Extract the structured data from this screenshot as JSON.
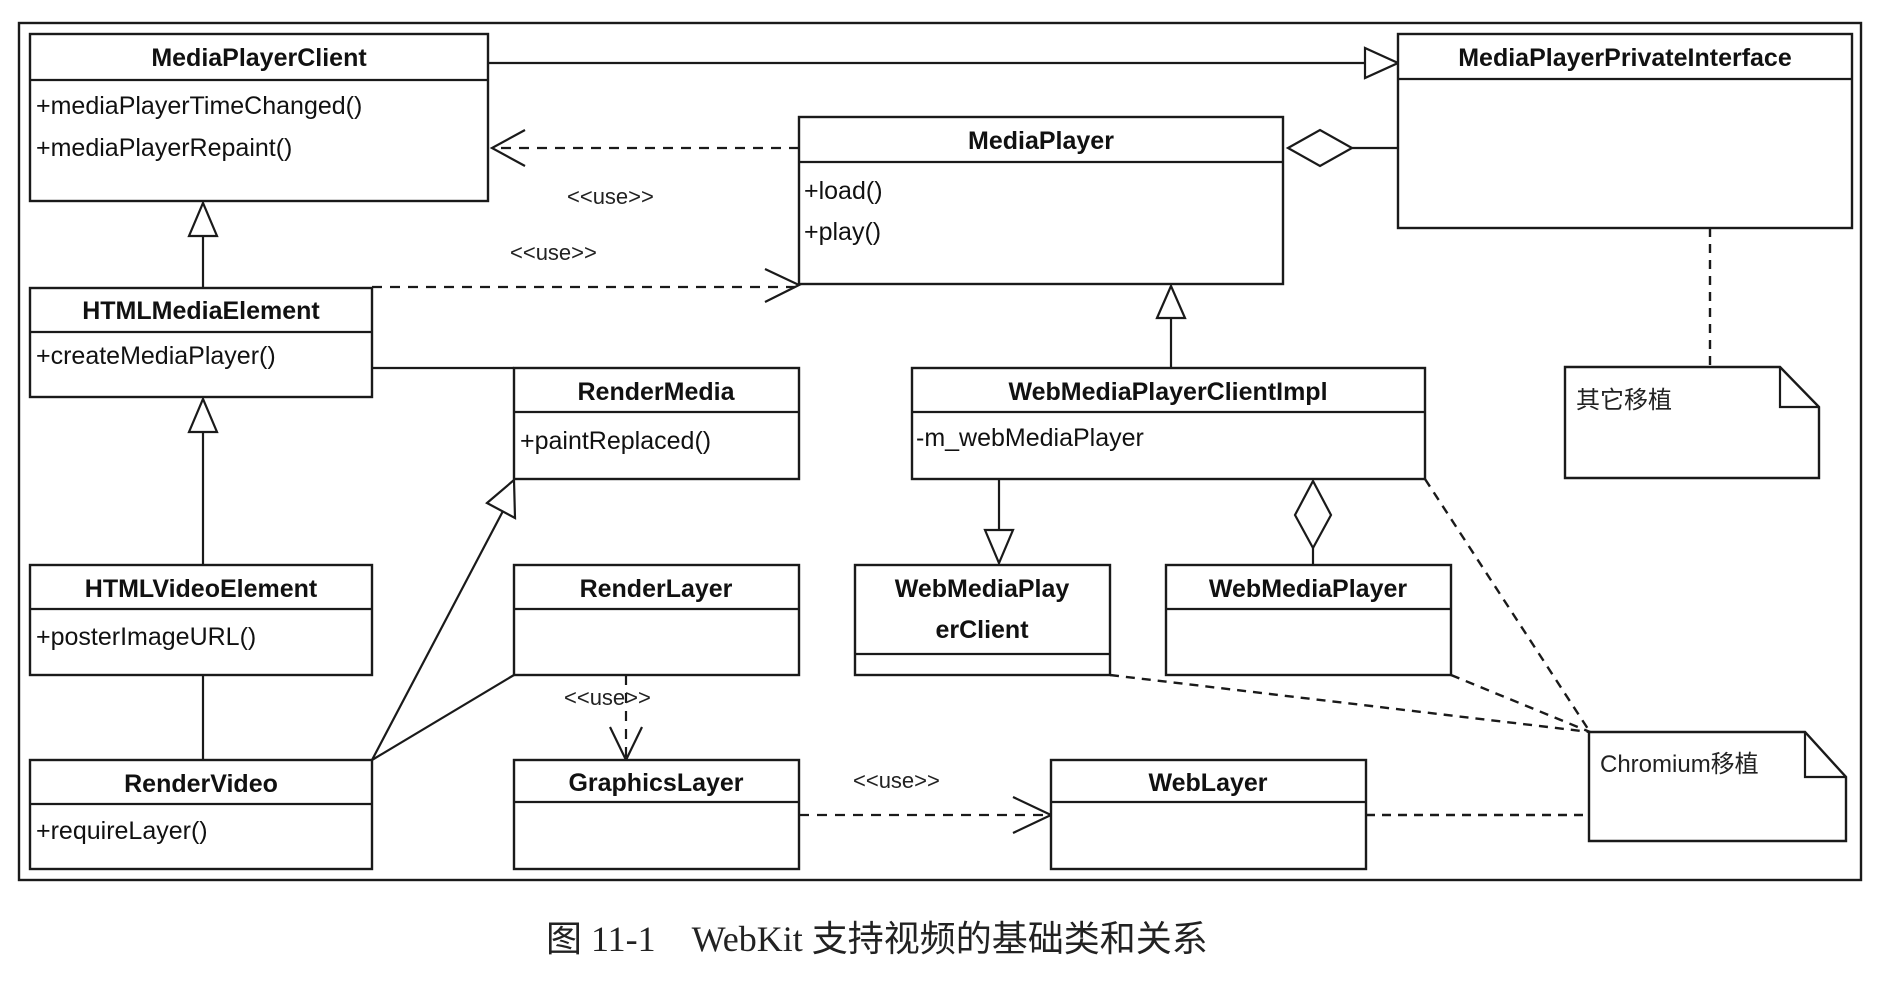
{
  "figure": {
    "caption": "图 11-1    WebKit 支持视频的基础类和关系"
  },
  "classes": {
    "media_player_client": {
      "name": "MediaPlayerClient",
      "members": [
        "+mediaPlayerTimeChanged()",
        "+mediaPlayerRepaint()"
      ]
    },
    "media_player_private_interface": {
      "name": "MediaPlayerPrivateInterface",
      "members": []
    },
    "media_player": {
      "name": "MediaPlayer",
      "members": [
        "+load()",
        "+play()"
      ]
    },
    "html_media_element": {
      "name": "HTMLMediaElement",
      "members": [
        "+createMediaPlayer()"
      ]
    },
    "render_media": {
      "name": "RenderMedia",
      "members": [
        "+paintReplaced()"
      ]
    },
    "web_media_player_client_impl": {
      "name": "WebMediaPlayerClientImpl",
      "members": [
        "-m_webMediaPlayer"
      ]
    },
    "html_video_element": {
      "name": "HTMLVideoElement",
      "members": [
        "+posterImageURL()"
      ]
    },
    "render_layer": {
      "name": "RenderLayer",
      "members": []
    },
    "web_media_player_client": {
      "name_line1": "WebMediaPlay",
      "name_line2": "erClient",
      "members": []
    },
    "web_media_player": {
      "name": "WebMediaPlayer",
      "members": []
    },
    "render_video": {
      "name": "RenderVideo",
      "members": [
        "+requireLayer()"
      ]
    },
    "graphics_layer": {
      "name": "GraphicsLayer",
      "members": []
    },
    "web_layer": {
      "name": "WebLayer",
      "members": []
    }
  },
  "notes": {
    "other_ports": "其它移植",
    "chromium_port": "Chromium移植"
  },
  "relations": {
    "use_label": "<<use>>",
    "list": [
      {
        "from": "MediaPlayer",
        "to": "MediaPlayerClient",
        "type": "dependency",
        "label": "<<use>>"
      },
      {
        "from": "HTMLMediaElement",
        "to": "MediaPlayer",
        "type": "dependency",
        "label": "<<use>>"
      },
      {
        "from": "MediaPlayerClient",
        "to": "MediaPlayerPrivateInterface",
        "type": "generalization"
      },
      {
        "from": "MediaPlayer",
        "to": "MediaPlayerPrivateInterface",
        "type": "aggregation"
      },
      {
        "from": "HTMLMediaElement",
        "to": "MediaPlayerClient",
        "type": "generalization"
      },
      {
        "from": "HTMLVideoElement",
        "to": "HTMLMediaElement",
        "type": "generalization"
      },
      {
        "from": "WebMediaPlayerClientImpl",
        "to": "MediaPlayer",
        "type": "generalization"
      },
      {
        "from": "WebMediaPlayerClientImpl",
        "to": "WebMediaPlayerClient",
        "type": "generalization"
      },
      {
        "from": "WebMediaPlayerClientImpl",
        "to": "WebMediaPlayer",
        "type": "aggregation"
      },
      {
        "from": "RenderVideo",
        "to": "RenderMedia",
        "type": "generalization"
      },
      {
        "from": "RenderVideo",
        "to": "RenderLayer",
        "type": "association"
      },
      {
        "from": "RenderVideo",
        "to": "HTMLVideoElement",
        "type": "association"
      },
      {
        "from": "HTMLMediaElement",
        "to": "RenderMedia",
        "type": "association"
      },
      {
        "from": "RenderLayer",
        "to": "GraphicsLayer",
        "type": "dependency",
        "label": "<<use>>"
      },
      {
        "from": "GraphicsLayer",
        "to": "WebLayer",
        "type": "dependency",
        "label": "<<use>>"
      },
      {
        "from": "MediaPlayerPrivateInterface",
        "to": "其它移植",
        "type": "note-anchor"
      },
      {
        "from": "WebMediaPlayerClientImpl",
        "to": "Chromium移植",
        "type": "note-anchor"
      },
      {
        "from": "WebMediaPlayerClient",
        "to": "Chromium移植",
        "type": "note-anchor"
      },
      {
        "from": "WebMediaPlayer",
        "to": "Chromium移植",
        "type": "note-anchor"
      },
      {
        "from": "WebLayer",
        "to": "Chromium移植",
        "type": "note-anchor"
      }
    ]
  }
}
